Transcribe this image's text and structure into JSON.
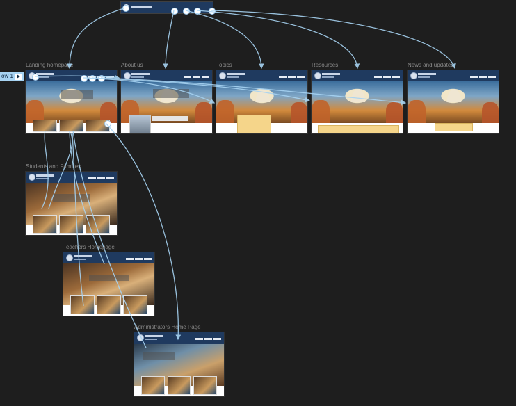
{
  "flow": {
    "label": "ow 1"
  },
  "frames": {
    "landing": {
      "title": "Landing homepage"
    },
    "about": {
      "title": "About us"
    },
    "topics": {
      "title": "Topics"
    },
    "resources": {
      "title": "Resources"
    },
    "news": {
      "title": "News and updates"
    },
    "students": {
      "title": "Students and Families"
    },
    "teachers": {
      "title": "Teachers Homepage"
    },
    "admins": {
      "title": "Administrators Home Page"
    }
  },
  "colors": {
    "canvas": "#1e1e1e",
    "nav": "#1f3a5f",
    "connector": "#a7d3f2",
    "note": "#f5d58a"
  },
  "icons": {
    "flow_start": "play-icon"
  }
}
